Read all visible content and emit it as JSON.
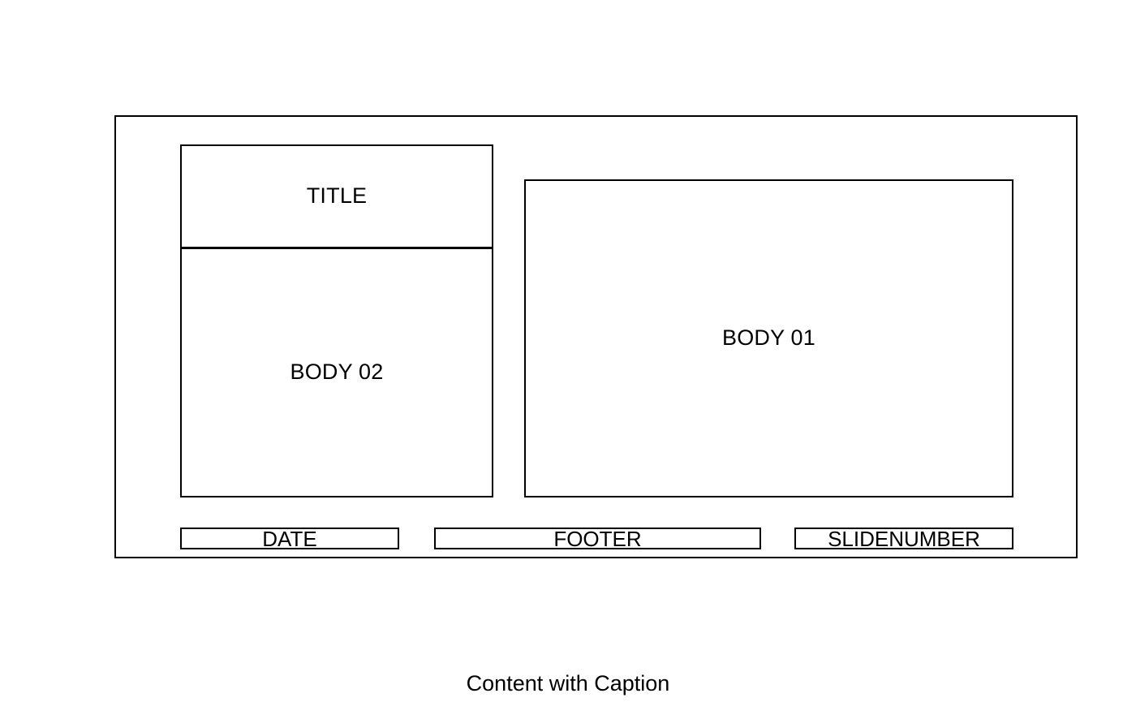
{
  "caption": "Content with Caption",
  "slide": {
    "placeholders": [
      {
        "key": "title",
        "label": "TITLE"
      },
      {
        "key": "body02",
        "label": "BODY 02"
      },
      {
        "key": "body01",
        "label": "BODY 01"
      },
      {
        "key": "date",
        "label": "DATE"
      },
      {
        "key": "footer",
        "label": "FOOTER"
      },
      {
        "key": "slidenumber",
        "label": "SLIDENUMBER"
      }
    ],
    "title": {
      "label": "TITLE"
    },
    "body02": {
      "label": "BODY 02"
    },
    "body01": {
      "label": "BODY 01"
    },
    "date": {
      "label": "DATE"
    },
    "footer": {
      "label": "FOOTER"
    },
    "slidenumber": {
      "label": "SLIDENUMBER"
    }
  },
  "colors": {
    "outline": "#000000",
    "background": "#ffffff",
    "text": "#000000"
  }
}
